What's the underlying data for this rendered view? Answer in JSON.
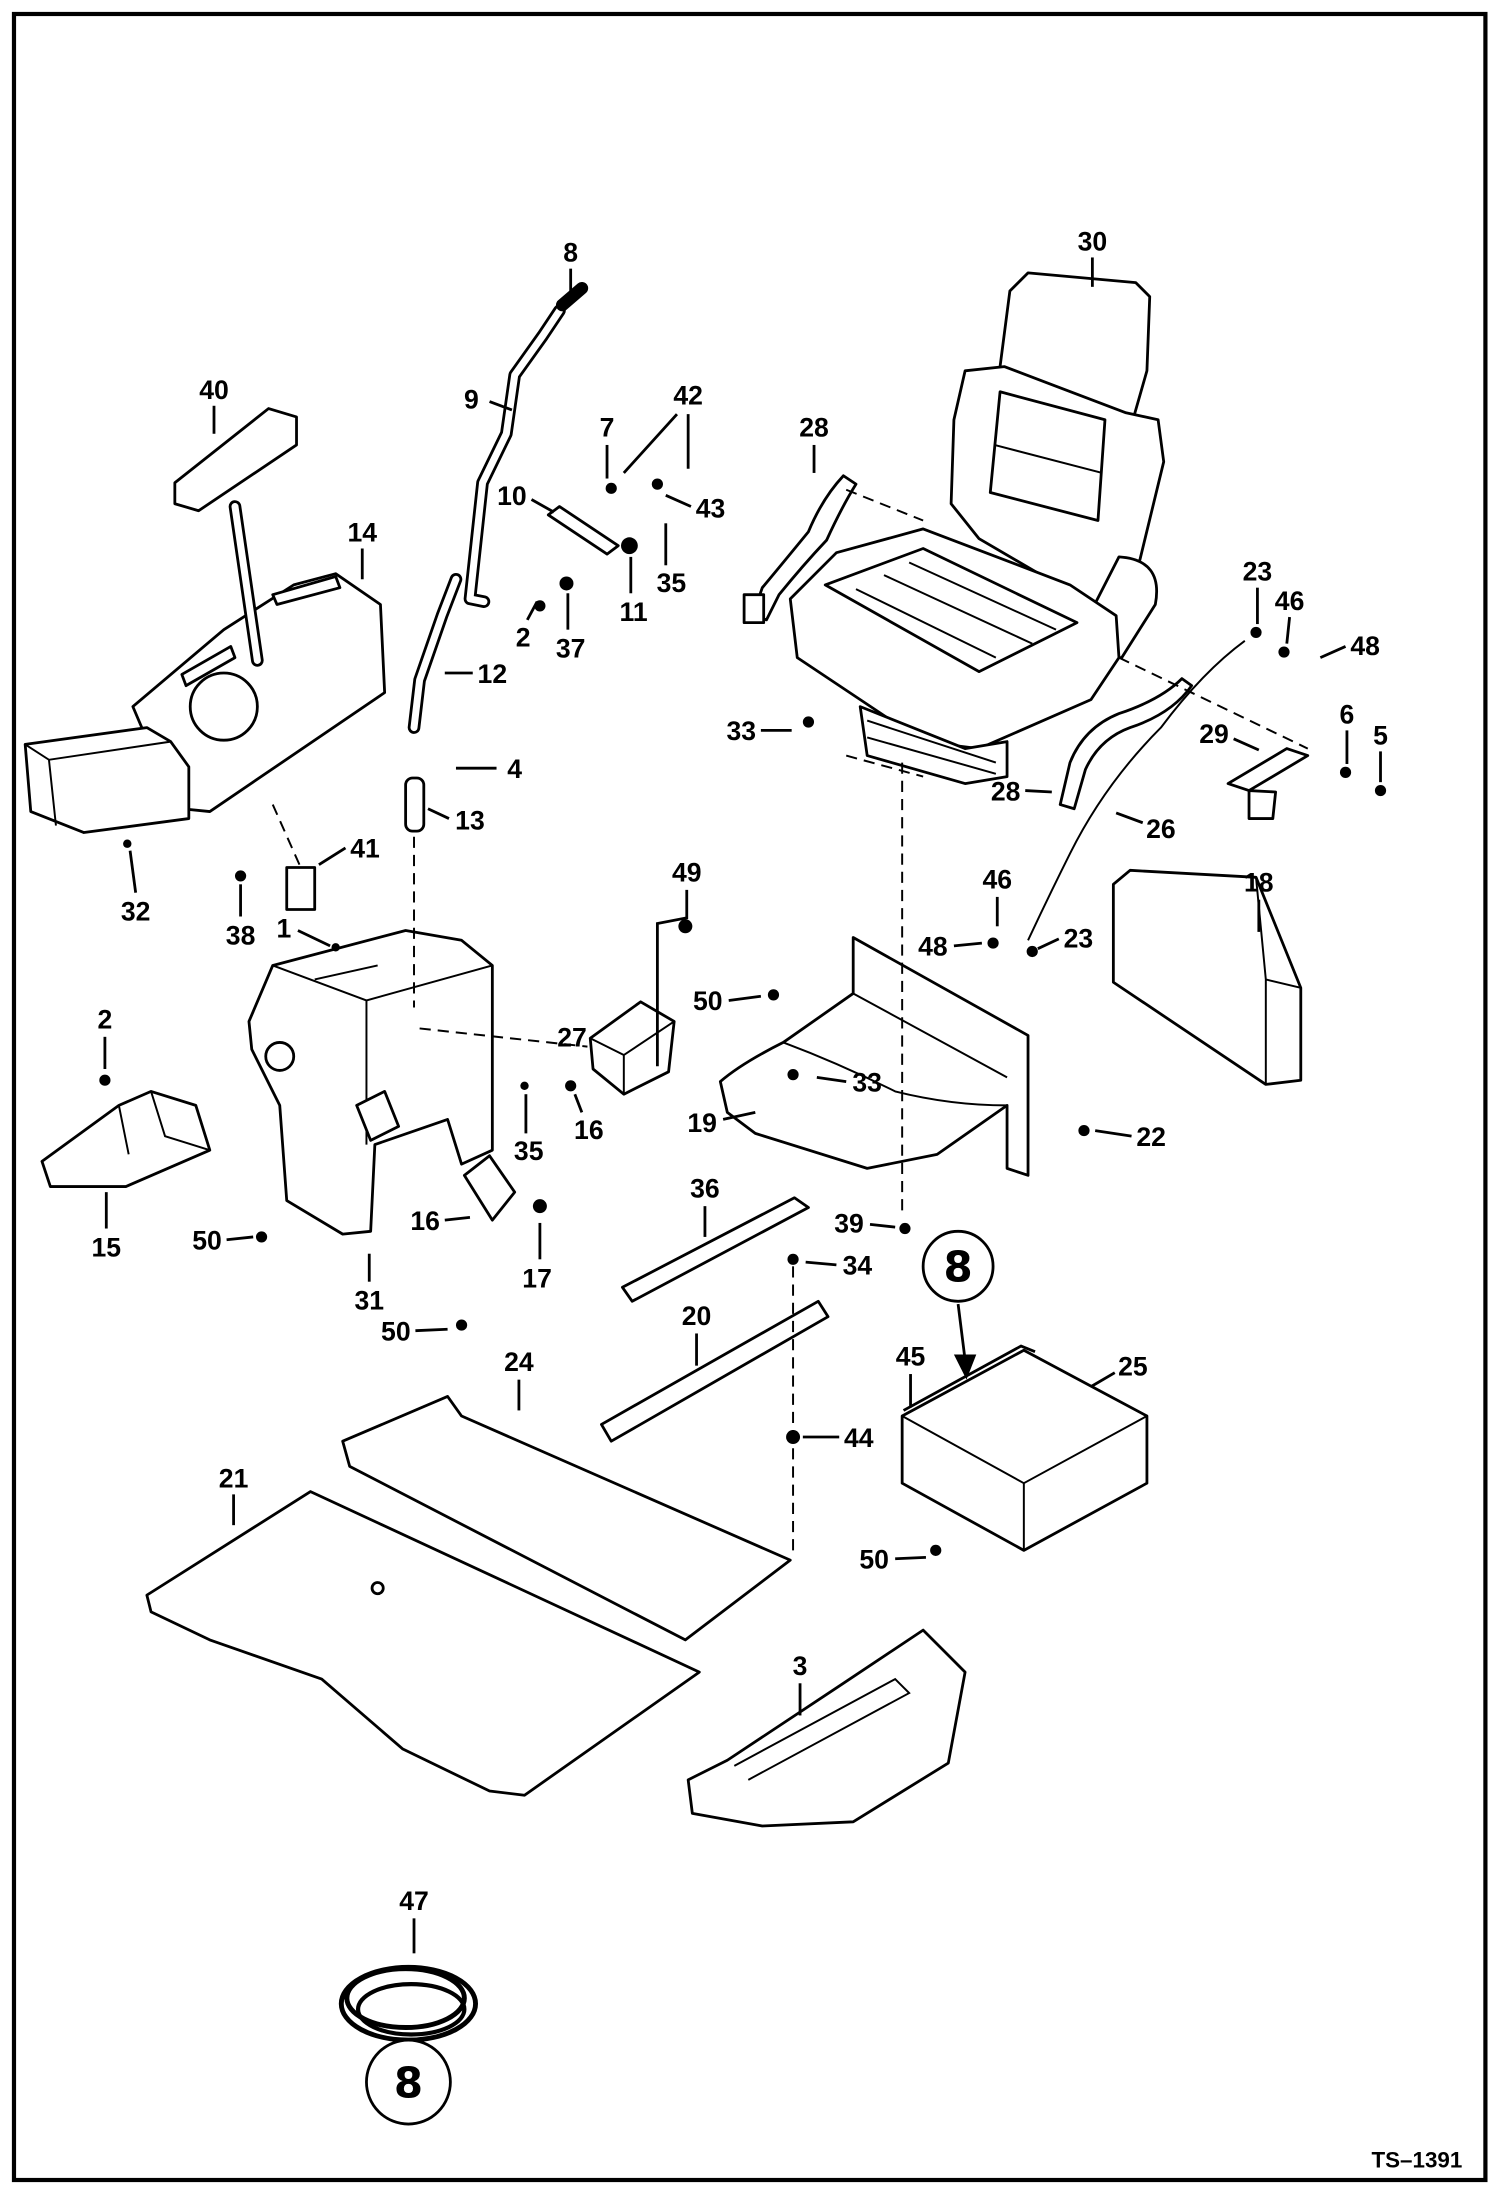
{
  "callouts": [
    "8",
    "30",
    "40",
    "9",
    "42",
    "28",
    "7",
    "10",
    "43",
    "14",
    "35",
    "11",
    "23",
    "46",
    "48",
    "2",
    "37",
    "12",
    "33",
    "29",
    "6",
    "5",
    "4",
    "28",
    "13",
    "26",
    "41",
    "18",
    "49",
    "32",
    "38",
    "1",
    "46",
    "48",
    "23",
    "50",
    "2",
    "27",
    "33",
    "16",
    "19",
    "22",
    "35",
    "36",
    "16",
    "39",
    "15",
    "50",
    "34",
    "17",
    "31",
    "20",
    "50",
    "24",
    "45",
    "25",
    "44",
    "21",
    "50",
    "3",
    "47"
  ],
  "kit_icons": [
    "8",
    "8"
  ],
  "drawing_number": "TS–1391"
}
